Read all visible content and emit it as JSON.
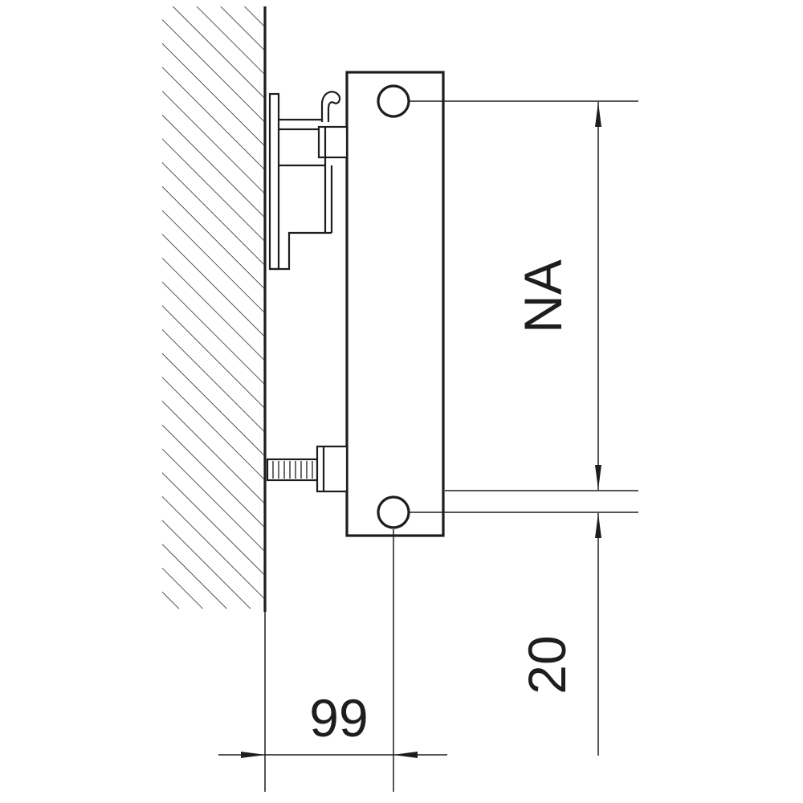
{
  "diagram": {
    "dimensions": {
      "hub_distance_label": "NA",
      "bottom_offset_label": "20",
      "wall_distance_label": "99"
    },
    "colors": {
      "line": "#1d1d1b",
      "background": "#ffffff"
    }
  }
}
